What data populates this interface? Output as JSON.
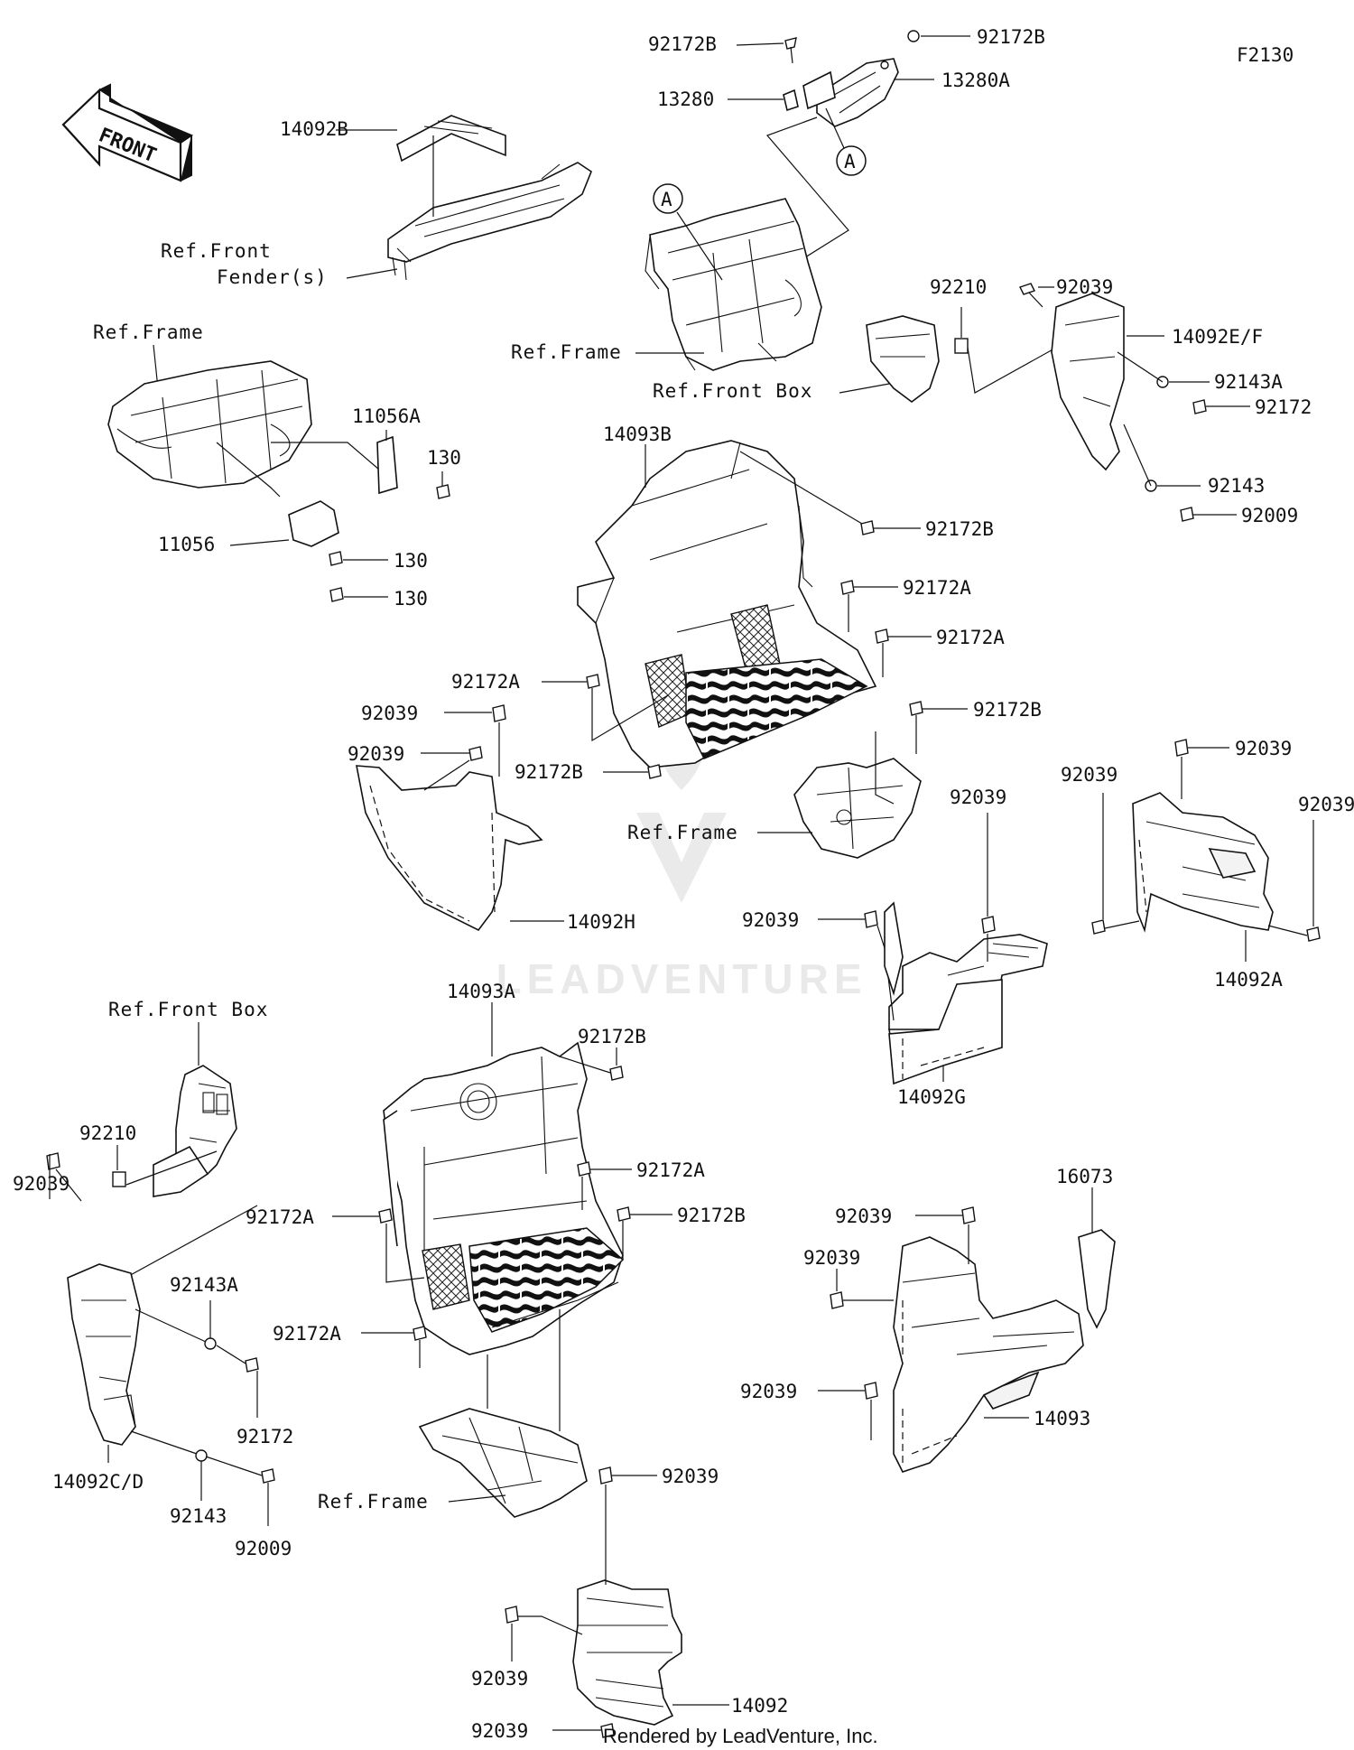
{
  "diagram_code": "F2130",
  "front_arrow": "FRONT",
  "footer": "Rendered by LeadVenture, Inc.",
  "watermark": "LEADVENTURE",
  "callout_a": "A",
  "refs": {
    "front_fender": [
      "Ref.Front",
      "Fender(s)"
    ],
    "frame": "Ref.Frame",
    "front_box": "Ref.Front Box"
  },
  "parts": {
    "p14092B": "14092B",
    "p92172B": "92172B",
    "p13280": "13280",
    "p13280A": "13280A",
    "p92210": "92210",
    "p92039": "92039",
    "p14092EF": "14092E/F",
    "p92143A": "92143A",
    "p92172": "92172",
    "p92143": "92143",
    "p92009": "92009",
    "p11056A": "11056A",
    "p130": "130",
    "p11056": "11056",
    "p14093B": "14093B",
    "p92172A": "92172A",
    "p14092H": "14092H",
    "p14092A": "14092A",
    "p14092G": "14092G",
    "p14093A": "14093A",
    "p14092CD": "14092C/D",
    "p16073": "16073",
    "p14093": "14093",
    "p14092": "14092"
  }
}
